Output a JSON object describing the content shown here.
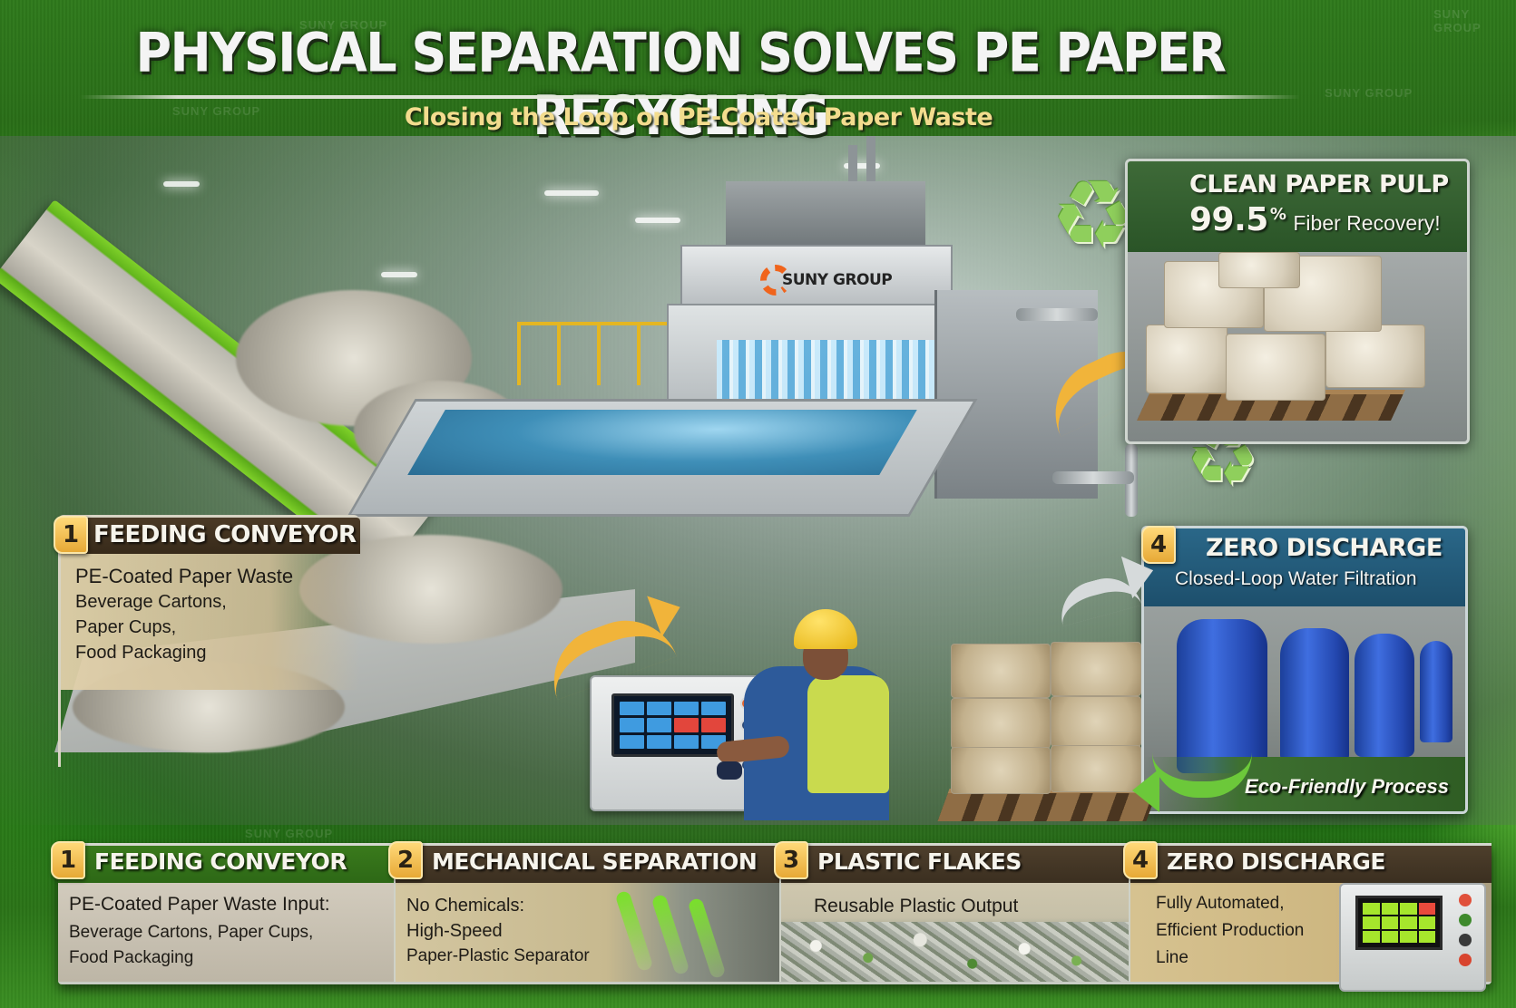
{
  "header": {
    "title": "PHYSICAL SEPARATION SOLVES PE PAPER RECYCLING",
    "subtitle": "Closing the Loop on PE-Coated Paper Waste"
  },
  "brand": {
    "name": "SUNY GROUP",
    "watermark": "SUNY GROUP"
  },
  "callouts": {
    "feeding": {
      "step": "1",
      "title": "FEEDING CONVEYOR",
      "lines": [
        "PE-Coated Paper Waste",
        "Beverage Cartons,",
        "Paper Cups,",
        "Food Packaging"
      ]
    },
    "pulp": {
      "title": "CLEAN PAPER PULP",
      "value": "99.5",
      "unit": "%",
      "label": "Fiber Recovery!"
    },
    "zero": {
      "step": "4",
      "title": "ZERO DISCHARGE",
      "subtitle": "Closed-Loop Water Filtration",
      "footer": "Eco-Friendly Process"
    }
  },
  "steps": [
    {
      "number": "1",
      "title": "FEEDING CONVEYOR",
      "lead": "PE-Coated Paper Waste Input:",
      "lines": [
        "Beverage Cartons, Paper Cups,",
        "Food Packaging"
      ]
    },
    {
      "number": "2",
      "title": "MECHANICAL SEPARATION",
      "lines": [
        "No Chemicals:",
        "High-Speed",
        "Paper-Plastic Separator"
      ]
    },
    {
      "number": "3",
      "title": "PLASTIC FLAKES",
      "lines": [
        "Reusable Plastic Output"
      ]
    },
    {
      "number": "4",
      "title": "ZERO DISCHARGE",
      "lines": [
        "Fully Automated,",
        "Efficient Production",
        "Line"
      ]
    }
  ],
  "icons": {
    "recycle": "♻"
  },
  "colors": {
    "background_green": "#2a7a18",
    "title_white": "#f4f4f4",
    "subtitle_gold": "#f3dc8e",
    "badge_gold": "#e7a936",
    "header_brown": "#3b2f20",
    "pulp_green": "#2a5427",
    "zero_blue": "#1d4f6c",
    "arrow_orange": "#f1b43a",
    "conveyor_green": "#7fd02a",
    "brand_orange": "#f0641c"
  }
}
